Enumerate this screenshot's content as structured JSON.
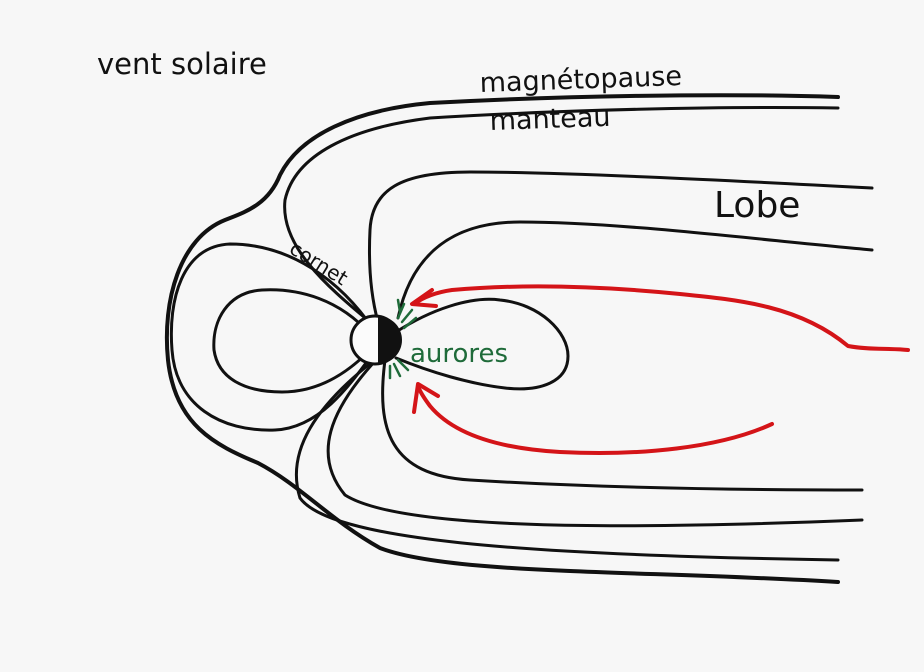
{
  "labels": {
    "solar_wind": "vent solaire",
    "magnetopause": "magnétopause",
    "mantle": "manteau",
    "lobe": "Lobe",
    "cusp": "cornet",
    "aurorae": "aurores"
  },
  "colors": {
    "ink": "#111111",
    "red": "#d41418",
    "green": "#1f6b3a",
    "background": "#f7f7f7"
  }
}
